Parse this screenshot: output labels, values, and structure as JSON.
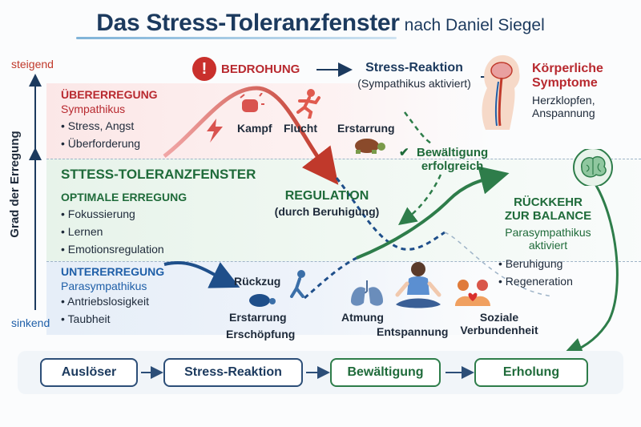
{
  "title": {
    "main": "Das Stress-Toleranzfenster",
    "sub": "nach Daniel Siegel"
  },
  "axis": {
    "top": "steigend",
    "bottom": "sinkend",
    "label": "Grad der Erregung"
  },
  "over": {
    "heading": "ÜBERERREGUNG",
    "sub": "Sympathikus",
    "bullets": [
      "Stress, Angst",
      "Überforderung"
    ]
  },
  "window": {
    "heading": "STTESS-TOLERANZFENSTER",
    "sub": "OPTIMALE ERREGUNG",
    "bullets": [
      "Fokussierung",
      "Lernen",
      "Emotionsregulation"
    ]
  },
  "under": {
    "heading": "UNTERERREGUNG",
    "sub": "Parasympathikus",
    "bullets": [
      "Antriebslosigkeit",
      "Taubheit"
    ]
  },
  "threat": {
    "label": "BEDROHUNG",
    "icon": "exclamation-icon"
  },
  "stress_reaction": {
    "title": "Stress-Reaktion",
    "sub": "(Sympathikus aktiviert)"
  },
  "body_symptoms": {
    "title_1": "Körperliche",
    "title_2": "Symptome",
    "line_1": "Herzklopfen,",
    "line_2": "Anspannung"
  },
  "responses": {
    "fight": "Kampf",
    "flight": "Flucht",
    "freeze": "Erstarrung"
  },
  "coping": {
    "line_1": "Bewältigung",
    "line_2": "erfolgreich"
  },
  "regulation": {
    "title": "REGULATION",
    "sub": "(durch Beruhigung)"
  },
  "balance": {
    "title_1": "RÜCKKEHR",
    "title_2": "ZUR BALANCE",
    "sub_1": "Parasympathikus",
    "sub_2": "aktiviert",
    "bullets": [
      "Beruhigung",
      "Regeneration"
    ]
  },
  "low_states": {
    "withdraw": "Rückzug",
    "freeze": "Erstarrung",
    "exhaust": "Erschöpfung"
  },
  "resources": {
    "breathing": "Atmung",
    "relax": "Entspannung",
    "social_1": "Soziale",
    "social_2": "Verbundenheit"
  },
  "flow": [
    "Auslöser",
    "Stress-Reaktion",
    "Bewältigung",
    "Erholung"
  ],
  "colors": {
    "red": "#b8292f",
    "green": "#1f6b3a",
    "blue": "#1f5fa8",
    "navy": "#1c3a5e"
  }
}
